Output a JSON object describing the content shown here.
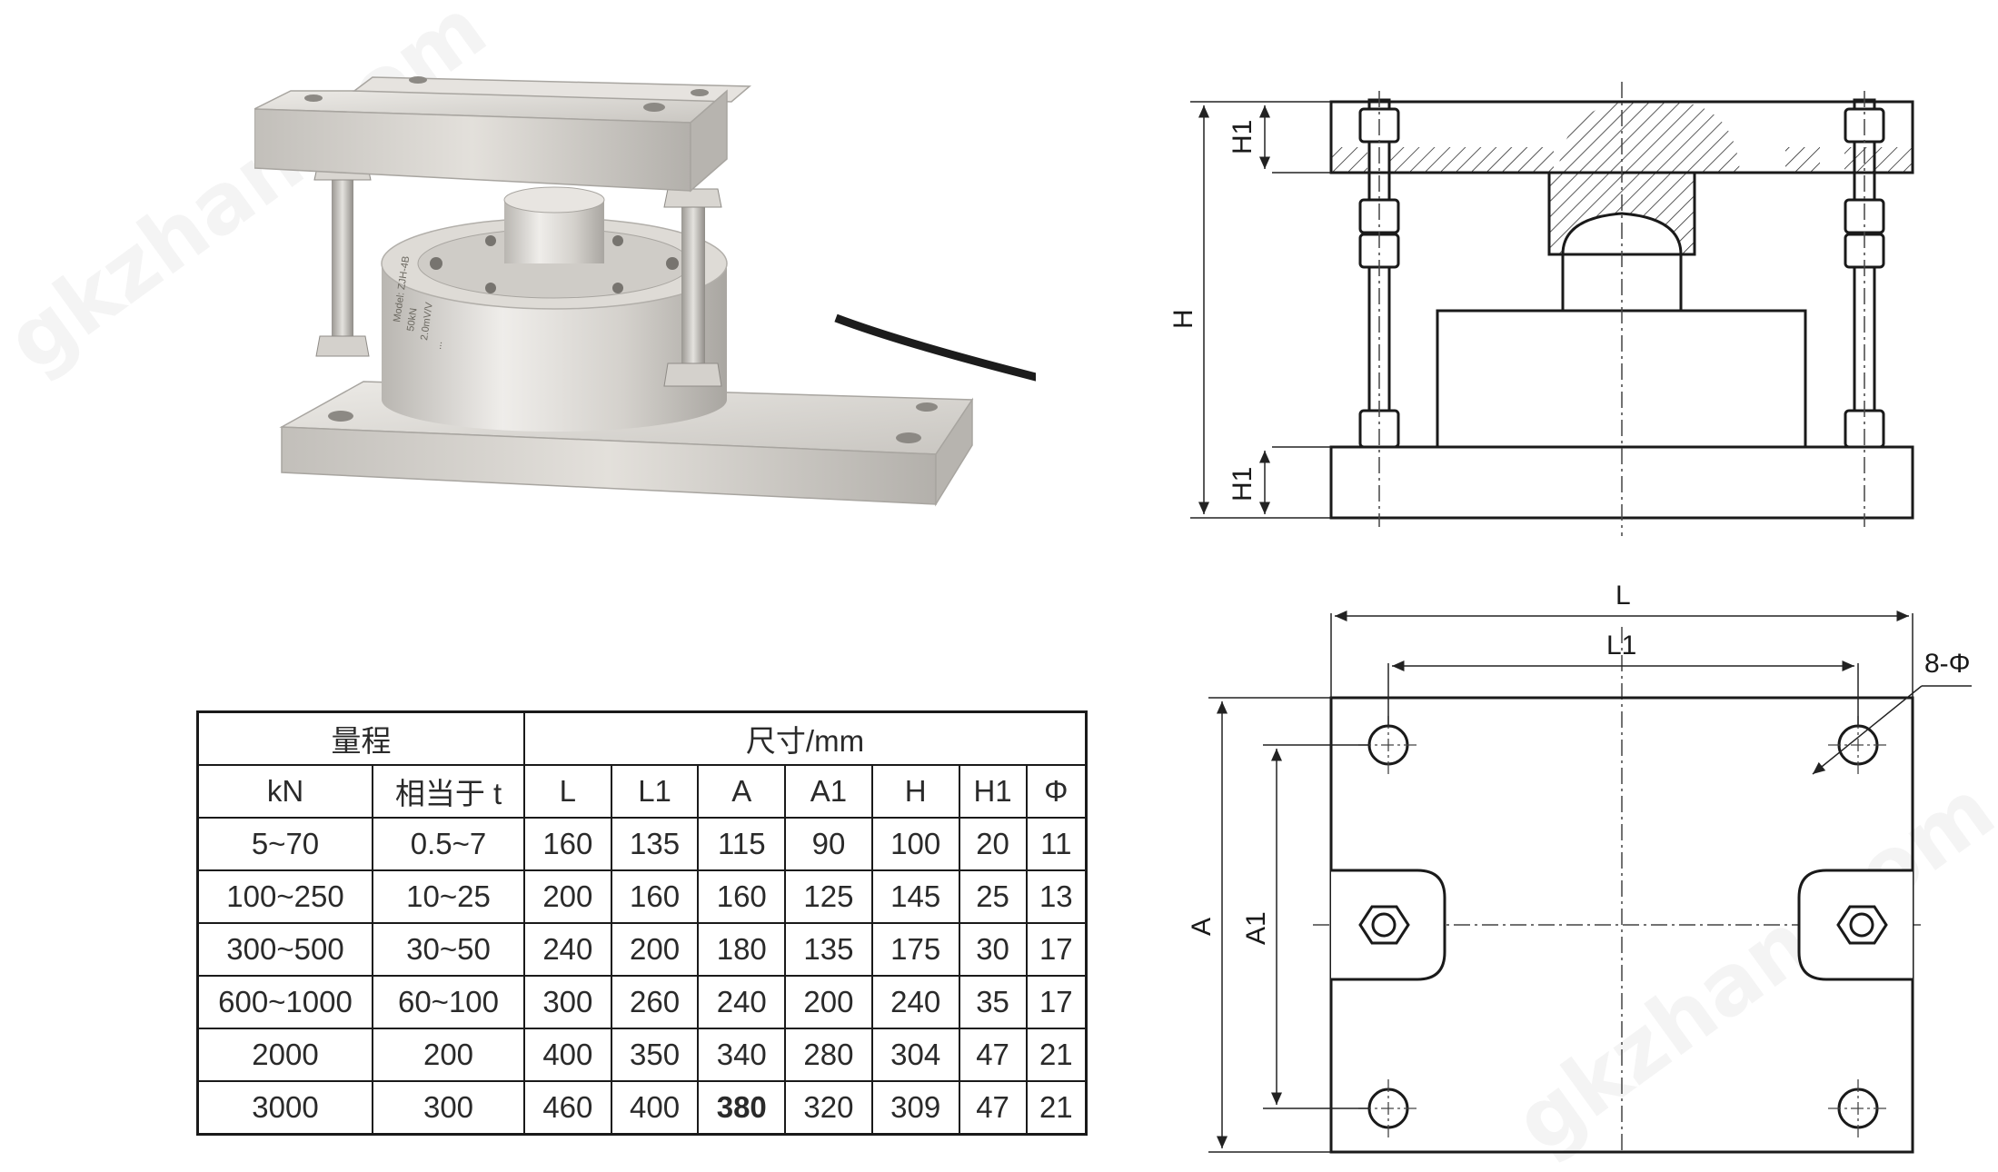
{
  "watermark": "gkzhan.com",
  "photo": {
    "label_lines": [
      "Model: ZJH-4B",
      "50kN",
      "2.0mV/V",
      "..."
    ]
  },
  "side_view": {
    "labels": {
      "h1_top": "H1",
      "h": "H",
      "h1_bottom": "H1"
    }
  },
  "top_view": {
    "labels": {
      "l": "L",
      "l1": "L1",
      "holes": "8-Φ",
      "a": "A",
      "a1": "A1"
    }
  },
  "table": {
    "group_headers": {
      "range": "量程",
      "dimensions": "尺寸/mm"
    },
    "columns": [
      "kN",
      "相当于 t",
      "L",
      "L1",
      "A",
      "A1",
      "H",
      "H1",
      "Φ"
    ],
    "rows": [
      [
        "5~70",
        "0.5~7",
        "160",
        "135",
        "115",
        "90",
        "100",
        "20",
        "11"
      ],
      [
        "100~250",
        "10~25",
        "200",
        "160",
        "160",
        "125",
        "145",
        "25",
        "13"
      ],
      [
        "300~500",
        "30~50",
        "240",
        "200",
        "180",
        "135",
        "175",
        "30",
        "17"
      ],
      [
        "600~1000",
        "60~100",
        "300",
        "260",
        "240",
        "200",
        "240",
        "35",
        "17"
      ],
      [
        "2000",
        "200",
        "400",
        "350",
        "340",
        "280",
        "304",
        "47",
        "21"
      ],
      [
        "3000",
        "300",
        "460",
        "400",
        "380",
        "320",
        "309",
        "47",
        "21"
      ]
    ]
  }
}
